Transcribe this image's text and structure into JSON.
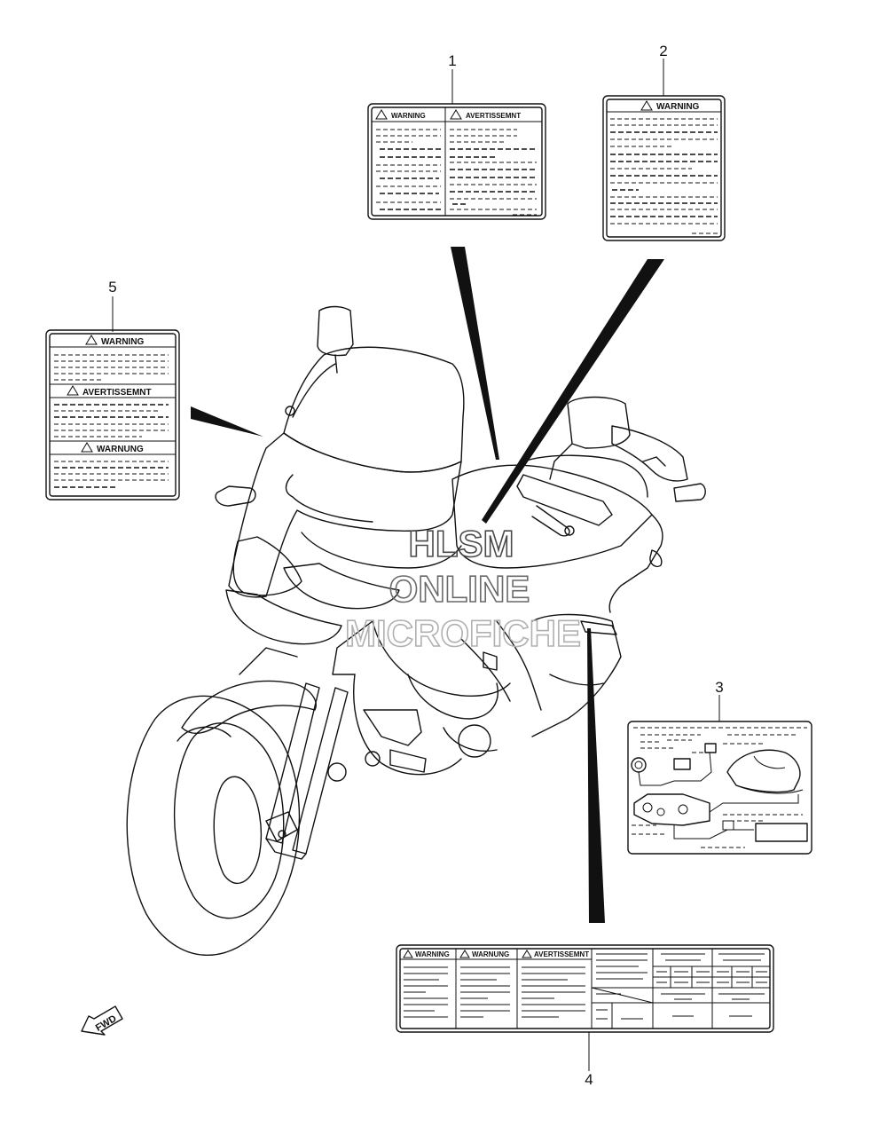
{
  "callouts": {
    "c1": "1",
    "c2": "2",
    "c3": "3",
    "c4": "4",
    "c5": "5"
  },
  "label1": {
    "warning": "WARNING",
    "avertissement": "AVERTISSEMNT"
  },
  "label2": {
    "warning": "WARNING"
  },
  "label5": {
    "warning": "WARNING",
    "avertissement": "AVERTISSEMNT",
    "warnung": "WARNUNG"
  },
  "label4": {
    "warning": "WARNING",
    "warnung": "WARNUNG",
    "avertissement": "AVERTISSEMNT"
  },
  "fwd": "FWD",
  "watermark": {
    "line1": "HLSM",
    "line2": "ONLINE",
    "line3": "MICROFICHE",
    "color": "#9a9a9a"
  }
}
